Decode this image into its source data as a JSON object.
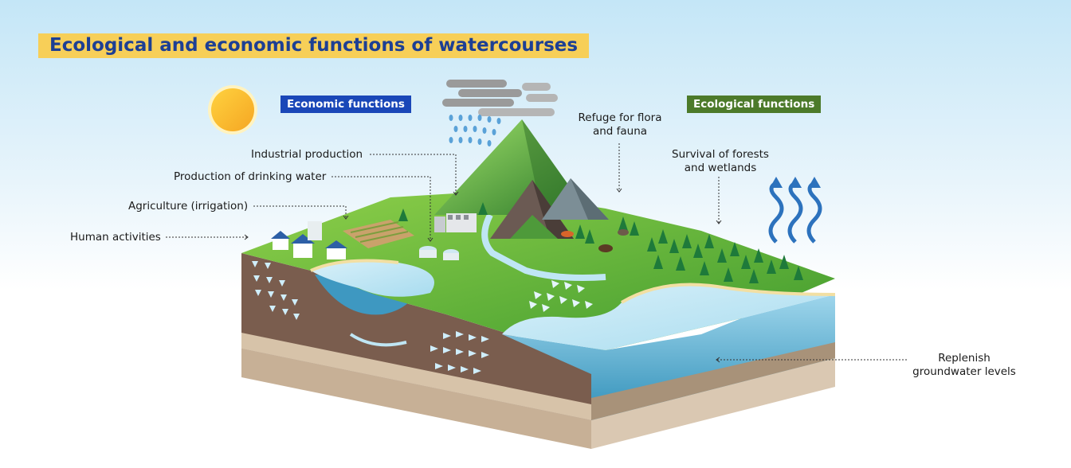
{
  "title": "Ecological and economic functions of watercourses",
  "categories": {
    "economic": "Economic functions",
    "ecological": "Ecological functions"
  },
  "labels": {
    "industrial": "Industrial production",
    "drinking_water": "Production of drinking water",
    "agriculture": "Agriculture (irrigation)",
    "human": "Human activities",
    "refuge_line1": "Refuge for flora",
    "refuge_line2": "and fauna",
    "survival_line1": "Survival of forests",
    "survival_line2": "and wetlands",
    "groundwater_line1": "Replenish",
    "groundwater_line2": "groundwater levels"
  },
  "colors": {
    "title_bg": "#f7cf58",
    "title_text": "#1d3f94",
    "economic_tag": "#1a47b8",
    "ecological_tag": "#4c7a2a",
    "grass": "#6dbf3a",
    "water": "#8fcde6",
    "soil": "#7a5d4e",
    "sand": "#c6b092"
  }
}
